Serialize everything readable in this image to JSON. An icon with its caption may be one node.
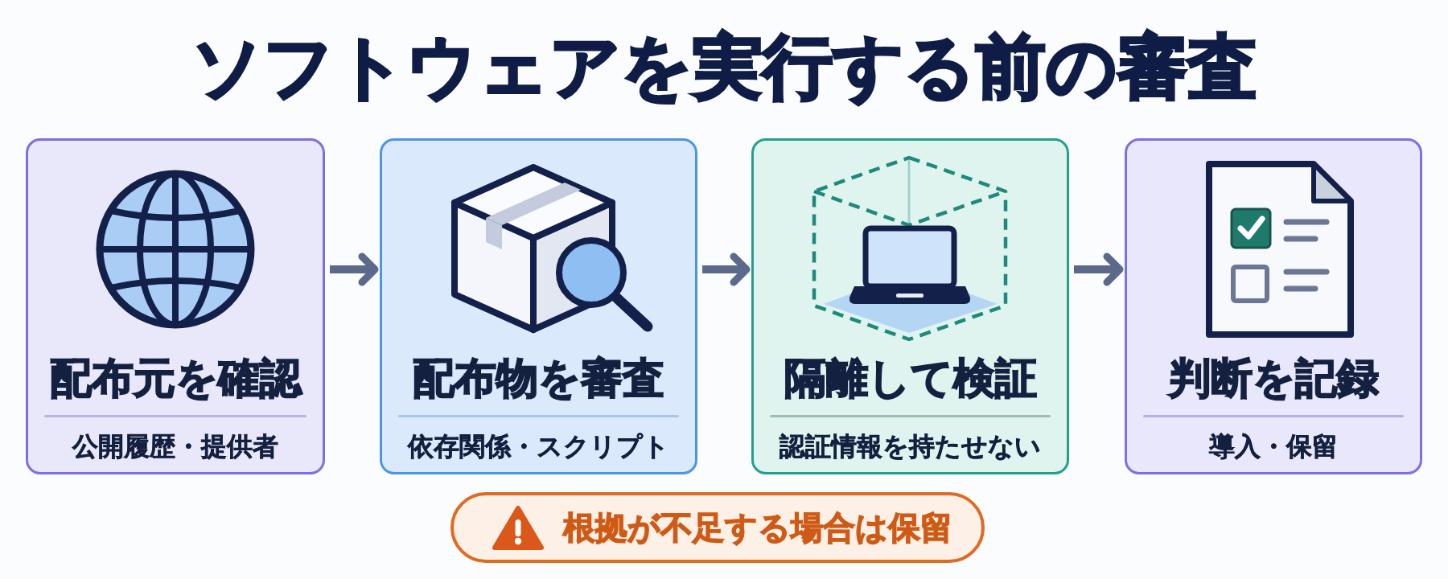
{
  "diagram": {
    "title": "ソフトウェアを実行する前の審査",
    "nodes": [
      {
        "text": [
          "配布元を確認",
          "公開履歴・提供者"
        ]
      },
      {
        "text": [
          "配布物を審査",
          "依存関係・スクリプト"
        ]
      },
      {
        "text": [
          "隔離して検証",
          "認証情報を持たせない"
        ]
      },
      {
        "text": [
          "判断を記録",
          "導入・保留"
        ]
      },
      {
        "text": [
          "根拠が不足する場合は保留"
        ]
      }
    ],
    "edges": [
      {
        "from": 0,
        "to": 1,
        "arrow": "to"
      },
      {
        "from": 1,
        "to": 2,
        "arrow": "to"
      },
      {
        "from": 2,
        "to": 3,
        "arrow": "to"
      }
    ]
  }
}
